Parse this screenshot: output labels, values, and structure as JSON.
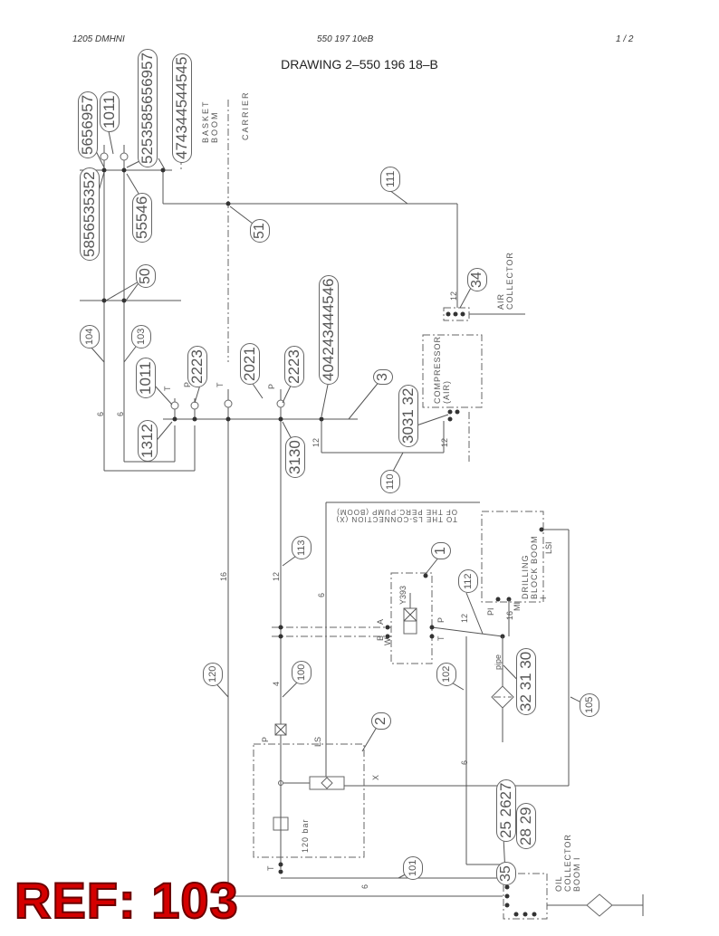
{
  "header": {
    "left": "1205 DMHNI",
    "center": "550 197 10eB",
    "right": "1 /  2",
    "title": "DRAWING 2–550 196 18–B"
  },
  "ref_label": "REF: 103",
  "section_labels": {
    "basket_boom": "BASKET BOOM",
    "carrier": "CARRIER",
    "air_collector": "AIR COLLECTOR",
    "compressor": "COMPRESSOR (AIR)",
    "drilling_block": "DRILLING BLOCK BOOM I",
    "oil_collector": "OIL COLLECTOR BOOM I",
    "ls_connection_1": "TO THE LS-CONNECTION (X)",
    "ls_connection_2": "OF THE PERC.PUMP (BOOM)",
    "relief": "120 bar",
    "valve_code": "Y393",
    "pipe": "pipe"
  },
  "callouts": {
    "c1": "5656957",
    "c2": "1011",
    "c3": "5253585656957",
    "c4": "474344544545",
    "c5": "5856535352",
    "c6": "55546",
    "c7": "51",
    "c8": "111",
    "c9": "50",
    "c10": "34",
    "c11": "104",
    "c12": "103",
    "c13": "1011",
    "c14": "2223",
    "c15": "2021",
    "c16": "2223",
    "c17": "404243444546",
    "c18": "3",
    "c19": "3031 32",
    "c20": "1312",
    "c21": "3130",
    "c22": "110",
    "c23": "1",
    "c24": "113",
    "c25": "112",
    "c26": "100",
    "c27": "120",
    "c28": "102",
    "c29": "32 31 30",
    "c30": "105",
    "c31": "2",
    "c32": "25 2627",
    "c33": "28 29",
    "c34": "35",
    "c35": "101"
  },
  "pipe_sizes": {
    "s1": "12",
    "s2": "6",
    "s3": "6",
    "s4": "12",
    "s5": "12",
    "s6": "16",
    "s7": "12",
    "s8": "6",
    "s9": "4",
    "s10": "12",
    "s11": "16",
    "s12": "6",
    "s13": "6"
  },
  "port_labels": {
    "t1": "T",
    "p1": "P",
    "t2": "T",
    "p2": "P",
    "a": "A",
    "b": "B",
    "p3": "P",
    "t3": "T",
    "w": "W",
    "pi": "PI",
    "mi": "MI",
    "lsi": "LSI",
    "p4": "P",
    "ls": "LS",
    "x": "X",
    "t4": "T"
  }
}
